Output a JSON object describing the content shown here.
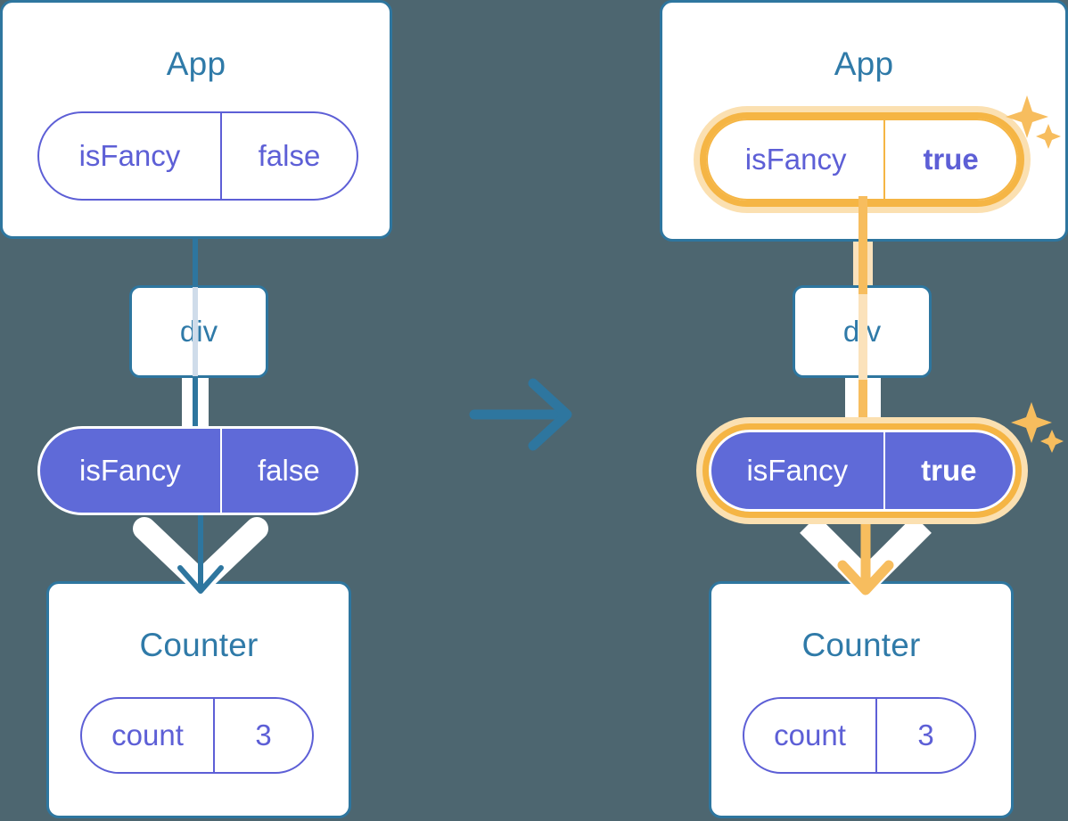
{
  "background_color": "#4d6670",
  "colors": {
    "box_border": "#2e769f",
    "box_fill": "#ffffff",
    "title_text": "#2f7aa8",
    "pill_outline": "#5d5fd6",
    "pill_solid_fill": "#5f6ad8",
    "pill_solid_text": "#ffffff",
    "highlight": "#f5b544",
    "highlight_glow": "#fbe0b1",
    "connector_blue": "#2e769f",
    "connector_white": "#ffffff",
    "connector_orange": "#f7bd5e",
    "transition_arrow": "#2e769f"
  },
  "transition": {
    "icon": "right-arrow-icon",
    "direction": "right"
  },
  "panels": [
    {
      "id": "before",
      "side": "left",
      "app": {
        "title": "App",
        "state": {
          "key": "isFancy",
          "value": "false",
          "style": "outline",
          "highlighted": false
        }
      },
      "div": {
        "label": "div",
        "connector_from_app_color": "#2e769f",
        "connector_inner_color": "#cfdcea"
      },
      "props": {
        "key": "isFancy",
        "value": "false",
        "style": "solid",
        "highlighted": false
      },
      "counter": {
        "title": "Counter",
        "state": {
          "key": "count",
          "value": "3",
          "style": "outline",
          "highlighted": false
        }
      },
      "arrow_to_counter": {
        "icon": "down-arrow-icon",
        "outer_color": "#ffffff",
        "inner_color": "#2e769f"
      },
      "sparkles": []
    },
    {
      "id": "after",
      "side": "right",
      "app": {
        "title": "App",
        "state": {
          "key": "isFancy",
          "value": "true",
          "style": "outline",
          "highlighted": true
        }
      },
      "div": {
        "label": "div",
        "connector_from_app_color": "#f7bd5e",
        "connector_inner_color": "#fbe2bb"
      },
      "props": {
        "key": "isFancy",
        "value": "true",
        "style": "solid",
        "highlighted": true
      },
      "counter": {
        "title": "Counter",
        "state": {
          "key": "count",
          "value": "3",
          "style": "outline",
          "highlighted": false
        }
      },
      "arrow_to_counter": {
        "icon": "down-arrow-icon",
        "outer_color": "#ffffff",
        "inner_color": "#f7bd5e"
      },
      "sparkles": [
        {
          "name": "sparkles-icon-app",
          "size": "large"
        },
        {
          "name": "sparkles-icon-props",
          "size": "large"
        }
      ]
    }
  ]
}
